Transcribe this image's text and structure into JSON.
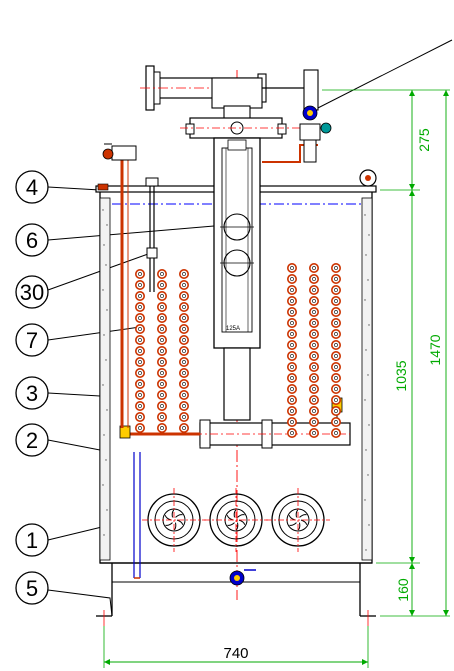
{
  "callouts": [
    {
      "number": "4"
    },
    {
      "number": "6"
    },
    {
      "number": "30"
    },
    {
      "number": "7"
    },
    {
      "number": "3"
    },
    {
      "number": "2"
    },
    {
      "number": "1"
    },
    {
      "number": "5"
    }
  ],
  "dimensions": {
    "top_section": "275",
    "tank_height": "1035",
    "total_height": "1470",
    "leg_height": "160",
    "width": "740"
  },
  "filter_label": "125A",
  "colors": {
    "outline": "#000000",
    "centerline": "#ff0000",
    "water_level": "#0000ff",
    "dimension": "#00aa00",
    "pipe": "#cc3300",
    "valve": "#0000cc"
  }
}
